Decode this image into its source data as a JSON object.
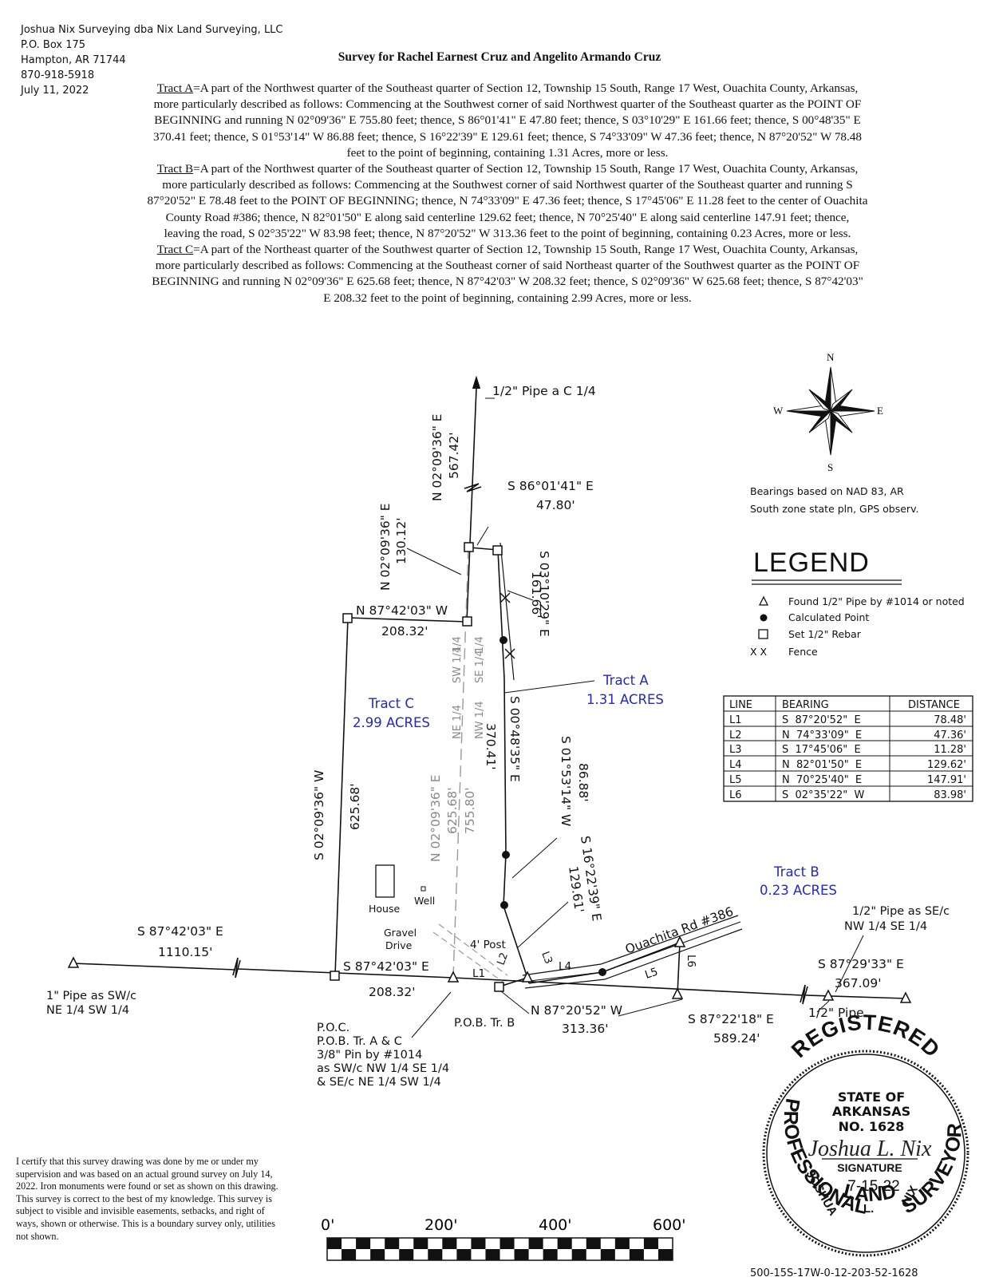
{
  "company": {
    "name": "Joshua Nix Surveying dba Nix Land Surveying, LLC",
    "po_box": "P.O. Box 175",
    "city": "Hampton, AR 71744",
    "phone": "870-918-5918",
    "date": "July 11, 2022"
  },
  "title": "Survey for Rachel Earnest Cruz and Angelito Armando Cruz",
  "tracts_text": [
    {
      "name": "Tract A",
      "text": "=A part of the Northwest quarter of the Southeast quarter of Section 12, Township 15 South, Range 17 West, Ouachita County, Arkansas, more particularly described as follows:  Commencing at the Southwest corner of said Northwest quarter of the Southeast quarter as the POINT OF BEGINNING and running N 02°09'36\" E 755.80 feet;  thence, S 86°01'41\" E 47.80 feet;  thence, S 03°10'29\" E 161.66 feet;  thence, S 00°48'35\" E 370.41 feet;  thence, S 01°53'14\" W 86.88 feet;  thence, S 16°22'39\" E 129.61 feet;  thence, S 74°33'09\" W 47.36 feet;  thence, N 87°20'52\" W 78.48 feet to the point of beginning, containing 1.31 Acres, more or less."
    },
    {
      "name": "Tract B",
      "text": "=A part of the Northwest quarter of the Southeast quarter of Section 12, Township 15 South, Range 17 West, Ouachita County, Arkansas, more particularly described as follows:  Commencing at the Southwest corner of said Northwest quarter of the Southeast quarter and running S 87°20'52\" E 78.48 feet to the POINT OF BEGINNING;  thence, N 74°33'09\" E 47.36 feet;  thence, S 17°45'06\" E 11.28 feet to the center of Ouachita County Road #386;  thence, N 82°01'50\" E along said centerline 129.62 feet;  thence, N 70°25'40\" E along said centerline 147.91 feet;  thence, leaving the road, S 02°35'22\" W 83.98 feet;  thence, N 87°20'52\" W 313.36 feet to the point of beginning, containing 0.23 Acres, more or less."
    },
    {
      "name": "Tract C",
      "text": "=A part of the Northeast quarter of the Southwest quarter of Section 12, Township 15 South, Range 17 West, Ouachita County, Arkansas, more particularly described as follows:  Commencing at the Southeast corner of said Northeast quarter of the Southwest quarter as the POINT OF BEGINNING and running N 02°09'36\" E 625.68 feet;  thence, N 87°42'03\" W 208.32 feet;  thence, S 02°09'36\" W 625.68 feet;  thence, S 87°42'03\" E 208.32 feet to the point of beginning, containing 2.99 Acres, more or less."
    }
  ],
  "compass": {
    "n": "N",
    "s": "S",
    "e": "E",
    "w": "W"
  },
  "basis": [
    "Bearings based on NAD 83, AR",
    "South zone state pln, GPS observ."
  ],
  "legend": {
    "title": "LEGEND",
    "items": [
      {
        "symbol": "triangle",
        "label": "Found 1/2\" Pipe by #1014 or noted"
      },
      {
        "symbol": "dot",
        "label": "Calculated Point"
      },
      {
        "symbol": "square",
        "label": "Set 1/2\" Rebar"
      },
      {
        "symbol": "X  X",
        "label": "Fence"
      }
    ]
  },
  "line_table": {
    "headers": [
      "LINE",
      "BEARING",
      "DISTANCE"
    ],
    "rows": [
      [
        "L1",
        "S  87°20'52\"  E",
        "78.48'"
      ],
      [
        "L2",
        "N  74°33'09\"  E",
        "47.36'"
      ],
      [
        "L3",
        "S  17°45'06\"  E",
        "11.28'"
      ],
      [
        "L4",
        "N  82°01'50\"  E",
        "129.62'"
      ],
      [
        "L5",
        "N  70°25'40\"  E",
        "147.91'"
      ],
      [
        "L6",
        "S  02°35'22\"  W",
        "83.98'"
      ]
    ]
  },
  "plat_labels": {
    "pipe_c14": "1/2\"  Pipe  a  C  1/4",
    "ne_bearing": "N  02°09'36\"  E",
    "ne_dist": "567.42'",
    "s86_bearing": "S  86°01'41\"  E",
    "s86_dist": "47.80'",
    "n02_130_bearing": "N  02°09'36\"  E",
    "n02_130_dist": "130.12'",
    "s03_bearing": "S  03°10'29\"  E",
    "s03_dist": "161.66'",
    "n87_bearing": "N  87°42'03\"  W",
    "n87_dist": "208.32'",
    "tract_a": "Tract  A",
    "tract_a_acres": "1.31  ACRES",
    "tract_c": "Tract  C",
    "tract_c_acres": "2.99  ACRES",
    "s00_bearing": "S  00°48'35\"  E",
    "s00_dist": "370.41'",
    "s01_bearing": "S  01°53'14\"  W",
    "s01_dist": "86.88'",
    "s02_west_bearing": "S  02°09'36\"  W",
    "s02_west_dist": "625.68'",
    "mid_bearing": "N  02°09'36\"  E",
    "mid_dist1": "625.68'",
    "mid_dist2": "755.80'",
    "q_sw": "SW  1/4",
    "q_ne1": "NE  1/4",
    "q_14a": "1/4",
    "q_se": "SE  1/4",
    "q_nw": "NW  1/4",
    "q_14b": "1/4",
    "s16_bearing": "S  16°22'39\"  E",
    "s16_dist": "129.61'",
    "house": "House",
    "well": "Well",
    "gravel": "Gravel",
    "drive": "Drive",
    "post": "4'  Post",
    "tract_b": "Tract  B",
    "tract_b_acres": "0.23  ACRES",
    "road": "Ouachita  Rd  #386",
    "pipe_se_1": "1/2\"  Pipe  as  SE/c",
    "pipe_se_2": "NW  1/4  SE  1/4",
    "s87_far_bearing": "S  87°42'03\"  E",
    "s87_far_dist": "1110.15'",
    "s87_near_bearing": "S  87°42'03\"  E",
    "s87_near_dist": "208.32'",
    "pipe_sw_1": "1\"  Pipe  as  SW/c",
    "pipe_sw_2": "NE  1/4  SW  1/4",
    "l1": "L1",
    "l2": "L2",
    "l3": "L3",
    "l4": "L4",
    "l5": "L5",
    "l6": "L6",
    "n87_313_bearing": "N  87°20'52\"  W",
    "n87_313_dist": "313.36'",
    "pob_b": "P.O.B.  Tr.  B",
    "s87_29_bearing": "S  87°29'33\"  E",
    "s87_29_dist": "367.09'",
    "half_pipe": "1/2\"  Pipe",
    "s87_22_bearing": "S  87°22'18\"  E",
    "s87_22_dist": "589.24'",
    "poc_lines": [
      "P.O.C.",
      "P.O.B.  Tr.  A  &  C",
      "3/8\"  Pin  by  #1014",
      "as  SW/c  NW  1/4  SE  1/4",
      "&  SE/c  NE  1/4  SW  1/4"
    ]
  },
  "certification": "I certify that this survey drawing was done by me or under my supervision and was based on an actual ground survey on July 14, 2022.  Iron monuments were found or set as shown on this drawing.  This survey is correct to the best of my knowledge.  This survey is subject to visible and invisible easements, setbacks, and right of ways, shown or otherwise. This is a boundary survey only, utilities not shown.",
  "scale": {
    "labels": [
      "0'",
      "200'",
      "400'",
      "600'"
    ]
  },
  "seal": {
    "top_arc": "REGISTERED",
    "left_arc": "PROFESSIONAL",
    "bottom_arc": "LAND",
    "right_arc": "SURVEYOR",
    "state_1": "STATE OF",
    "state_2": "ARKANSAS",
    "number": "NO. 1628",
    "signature": "Joshua L. Nix",
    "sig_label": "SIGNATURE",
    "date": "7-15-22",
    "name_1": "JOSHUA",
    "name_2": "L.",
    "name_3": "NIX"
  },
  "parcel_id": "500-15S-17W-0-12-203-52-1628"
}
